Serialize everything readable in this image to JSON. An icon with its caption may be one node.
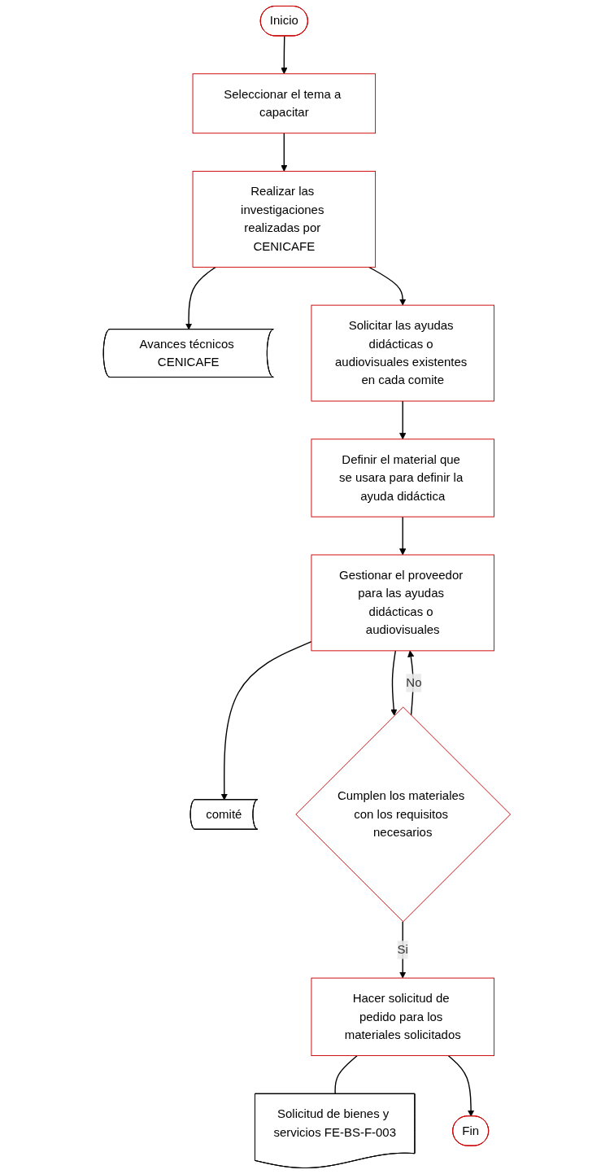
{
  "diagram": {
    "nodes": [
      {
        "text": [
          "Inicio"
        ]
      },
      {
        "text": [
          "Seleccionar el tema a capacitar"
        ]
      },
      {
        "text": [
          "Realizar las investigaciones realizadas por CENICAFE"
        ]
      },
      {
        "text": [
          "Avances técnicos CENICAFE"
        ]
      },
      {
        "text": [
          "Solicitar las ayudas didácticas o audiovisuales existentes en cada comite"
        ]
      },
      {
        "text": [
          "Definir el material que se usara para definir la ayuda didáctica"
        ]
      },
      {
        "text": [
          "Gestionar el proveedor para las ayudas didácticas o audiovisuales"
        ]
      },
      {
        "text": [
          "comité"
        ]
      },
      {
        "text": [
          "Cumplen los materiales con los requisitos necesarios"
        ]
      },
      {
        "text": [
          "Hacer solicitud de pedido para los materiales solicitados"
        ]
      },
      {
        "text": [
          "Solicitud de bienes y servicios FE-BS-F-003"
        ]
      },
      {
        "text": [
          "Fin"
        ]
      }
    ],
    "edges": [
      {
        "from": 0,
        "to": 1,
        "arrow": "to"
      },
      {
        "from": 1,
        "to": 2,
        "arrow": "to"
      },
      {
        "from": 2,
        "to": 3,
        "arrow": "to"
      },
      {
        "from": 2,
        "to": 4,
        "arrow": "to"
      },
      {
        "from": 4,
        "to": 5,
        "arrow": "to"
      },
      {
        "from": 5,
        "to": 6,
        "arrow": "to"
      },
      {
        "from": 6,
        "to": 7,
        "arrow": "to"
      },
      {
        "from": 6,
        "to": 8,
        "arrow": "to"
      },
      {
        "from": 8,
        "to": 6,
        "label": "No",
        "arrow": "to"
      },
      {
        "from": 8,
        "to": 9,
        "label": "Si",
        "arrow": "to"
      },
      {
        "from": 9,
        "to": 10,
        "arrow": "none"
      },
      {
        "from": 9,
        "to": 11,
        "arrow": "to"
      }
    ]
  }
}
